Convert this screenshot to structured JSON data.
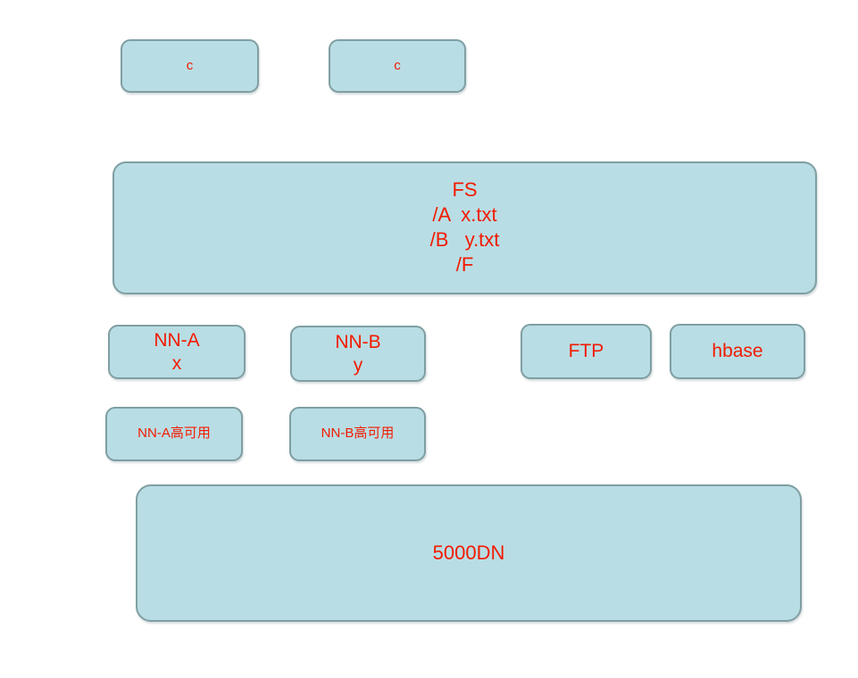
{
  "diagram": {
    "title": "HDFS cluster block diagram",
    "colors": {
      "node_fill": "#b9dde4",
      "node_border": "#7f9fa3",
      "text": "#f21b00",
      "background": "#ffffff"
    },
    "nodes": [
      {
        "id": "client-a",
        "name": "client-box-left",
        "lines": [
          "c"
        ]
      },
      {
        "id": "client-b",
        "name": "client-box-right",
        "lines": [
          "c"
        ]
      },
      {
        "id": "fs",
        "name": "filesystem-namespace-box",
        "lines": [
          "FS",
          "/A  x.txt",
          "/B   y.txt",
          "/F"
        ]
      },
      {
        "id": "nn-a",
        "name": "namenode-a-box",
        "lines": [
          "NN-A",
          "x"
        ]
      },
      {
        "id": "nn-b",
        "name": "namenode-b-box",
        "lines": [
          "NN-B",
          "y"
        ]
      },
      {
        "id": "ftp",
        "name": "ftp-box",
        "lines": [
          "FTP"
        ]
      },
      {
        "id": "hbase",
        "name": "hbase-box",
        "lines": [
          "hbase"
        ]
      },
      {
        "id": "nn-a-ha",
        "name": "namenode-a-high-availability-box",
        "lines": [
          "NN-A高可用"
        ]
      },
      {
        "id": "nn-b-ha",
        "name": "namenode-b-high-availability-box",
        "lines": [
          "NN-B高可用"
        ]
      },
      {
        "id": "datanodes",
        "name": "datanode-pool-box",
        "lines": [
          "5000DN"
        ]
      }
    ]
  }
}
